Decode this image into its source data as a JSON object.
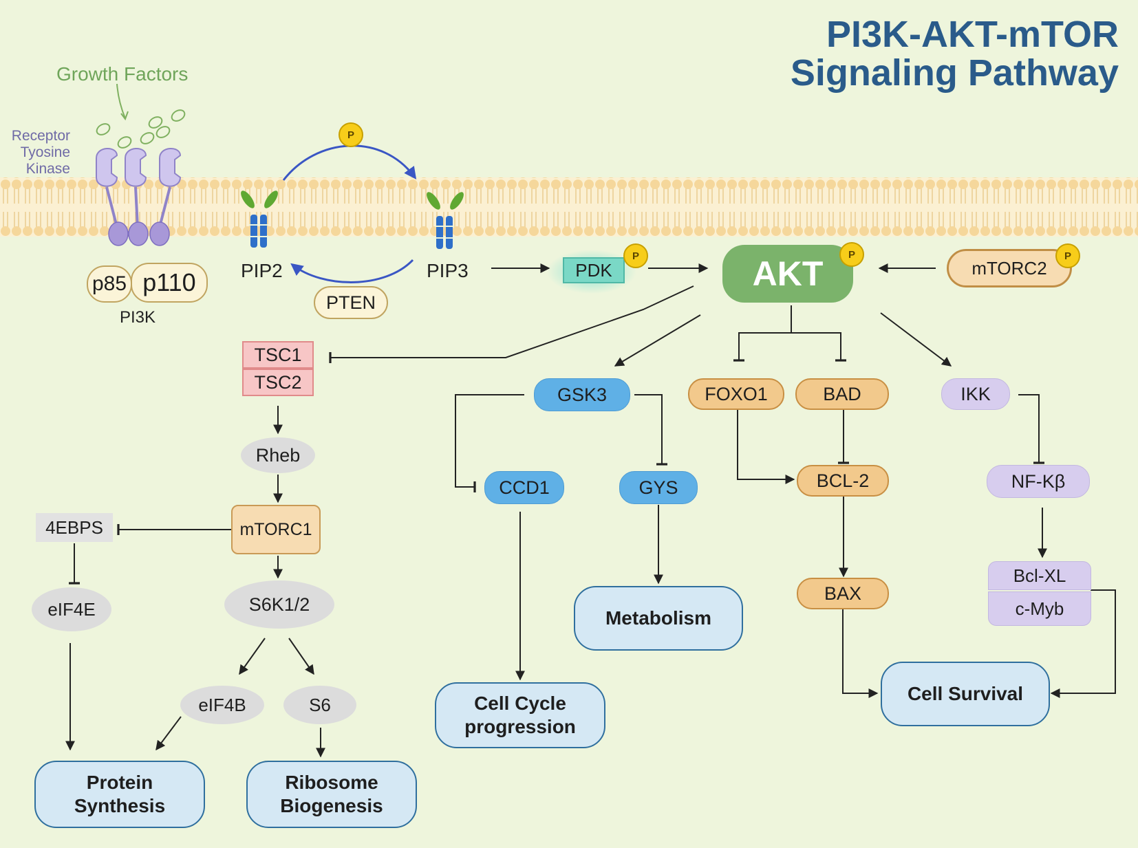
{
  "title": {
    "line1": "PI3K-AKT-mTOR",
    "line2": "Signaling Pathway"
  },
  "membrane": {
    "growth_factors": "Growth Factors",
    "receptor": {
      "line1": "Receptor",
      "line2": "Tyosine",
      "line3": "Kinase"
    },
    "pi3k": {
      "p85": "p85",
      "p110": "p110",
      "label": "PI3K"
    },
    "pip2": "PIP2",
    "pip3": "PIP3",
    "pten": "PTEN",
    "phosphate": "P"
  },
  "kinases": {
    "pdk": "PDK",
    "akt": "AKT",
    "mtorc2": "mTORC2"
  },
  "mtor_branch": {
    "tsc1": "TSC1",
    "tsc2": "TSC2",
    "rheb": "Rheb",
    "mtorc1": "mTORC1",
    "ebps": "4EBPS",
    "eif4e": "eIF4E",
    "s6k": "S6K1/2",
    "eif4b": "eIF4B",
    "s6": "S6"
  },
  "gsk_branch": {
    "gsk3": "GSK3",
    "ccd1": "CCD1",
    "gys": "GYS"
  },
  "apoptosis_branch": {
    "foxo1": "FOXO1",
    "bad": "BAD",
    "bcl2": "BCL-2",
    "bax": "BAX"
  },
  "nfkb_branch": {
    "ikk": "IKK",
    "nfkb": "NF-Kβ",
    "bclxl": "Bcl-XL",
    "cmyb": "c-Myb"
  },
  "outcomes": {
    "protein_synthesis": {
      "line1": "Protein",
      "line2": "Synthesis"
    },
    "ribosome_biogenesis": {
      "line1": "Ribosome",
      "line2": "Biogenesis"
    },
    "cell_cycle": {
      "line1": "Cell Cycle",
      "line2": "progression"
    },
    "metabolism": "Metabolism",
    "cell_survival": "Cell Survival"
  },
  "colors": {
    "background": "#eef5dc",
    "title": "#2a5b8a",
    "membrane": "#f3d9a1",
    "akt": "#7bb36b",
    "arrow_blue": "#3a56c4"
  }
}
